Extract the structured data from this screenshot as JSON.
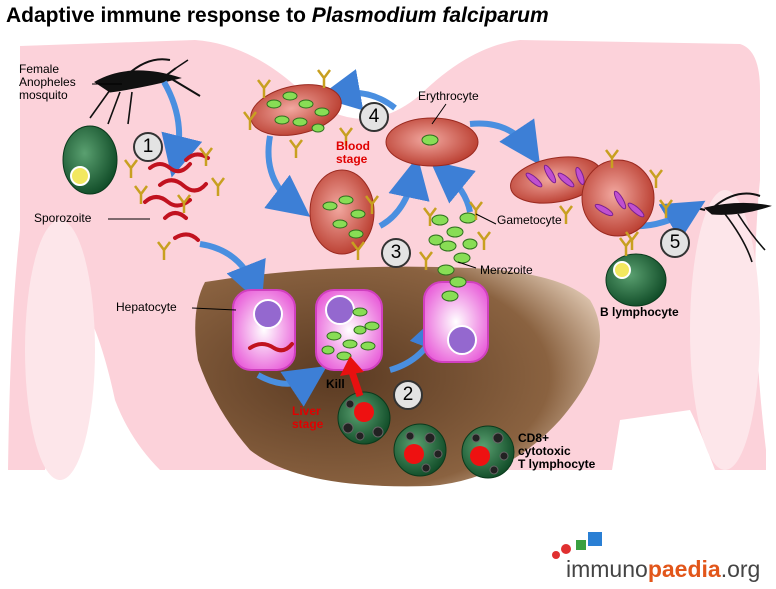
{
  "title": {
    "main": "Adaptive immune response to ",
    "italic": "Plasmodium falciparum"
  },
  "labels": {
    "mosquito": [
      "Female",
      "Anopheles",
      "mosquito"
    ],
    "sporozoite": "Sporozoite",
    "hepatocyte": "Hepatocyte",
    "erythrocyte": "Erythrocyte",
    "blood_stage": [
      "Blood",
      "stage"
    ],
    "gametocyte": "Gametocyte",
    "merozoite": "Merozoite",
    "b_lymphocyte": "B lymphocyte",
    "kill": "Kill",
    "liver_stage": [
      "Liver",
      "stage"
    ],
    "cd8": [
      "CD8+",
      "cytotoxic",
      "T lymphocyte"
    ]
  },
  "steps": [
    "1",
    "2",
    "3",
    "4",
    "5"
  ],
  "logo": {
    "pre": "immuno",
    "mid": "paedia",
    "post": ".org"
  },
  "colors": {
    "body_background": "#fcd2da",
    "liver": "#7a5233",
    "cell_pink": "#f070e0",
    "nucleus": "#9060c8",
    "parasite_green": "#88dd55",
    "erythrocyte": "#c84b3c",
    "antibody": "#c8a020",
    "lymphocyte": "#1e6b3c",
    "red_arrow": "#e81010",
    "flow_arrow": "#4a8fe0"
  }
}
